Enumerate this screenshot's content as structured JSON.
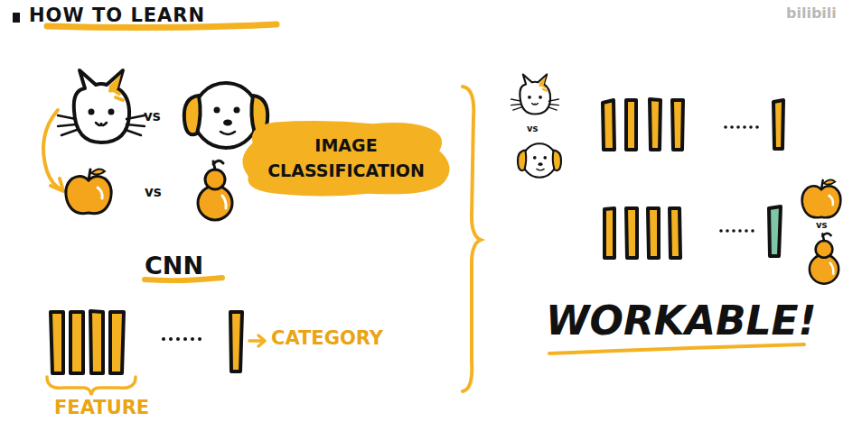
{
  "diagram": {
    "title": "HOW TO LEARN",
    "nodes": [
      {
        "text": [
          "IMAGE CLASSIFICATION"
        ]
      }
    ],
    "labels": [
      "vs",
      "vs",
      "CNN",
      "FEATURE",
      "CATEGORY",
      "vs",
      "vs",
      "WORKABLE!",
      "bilibili"
    ]
  }
}
